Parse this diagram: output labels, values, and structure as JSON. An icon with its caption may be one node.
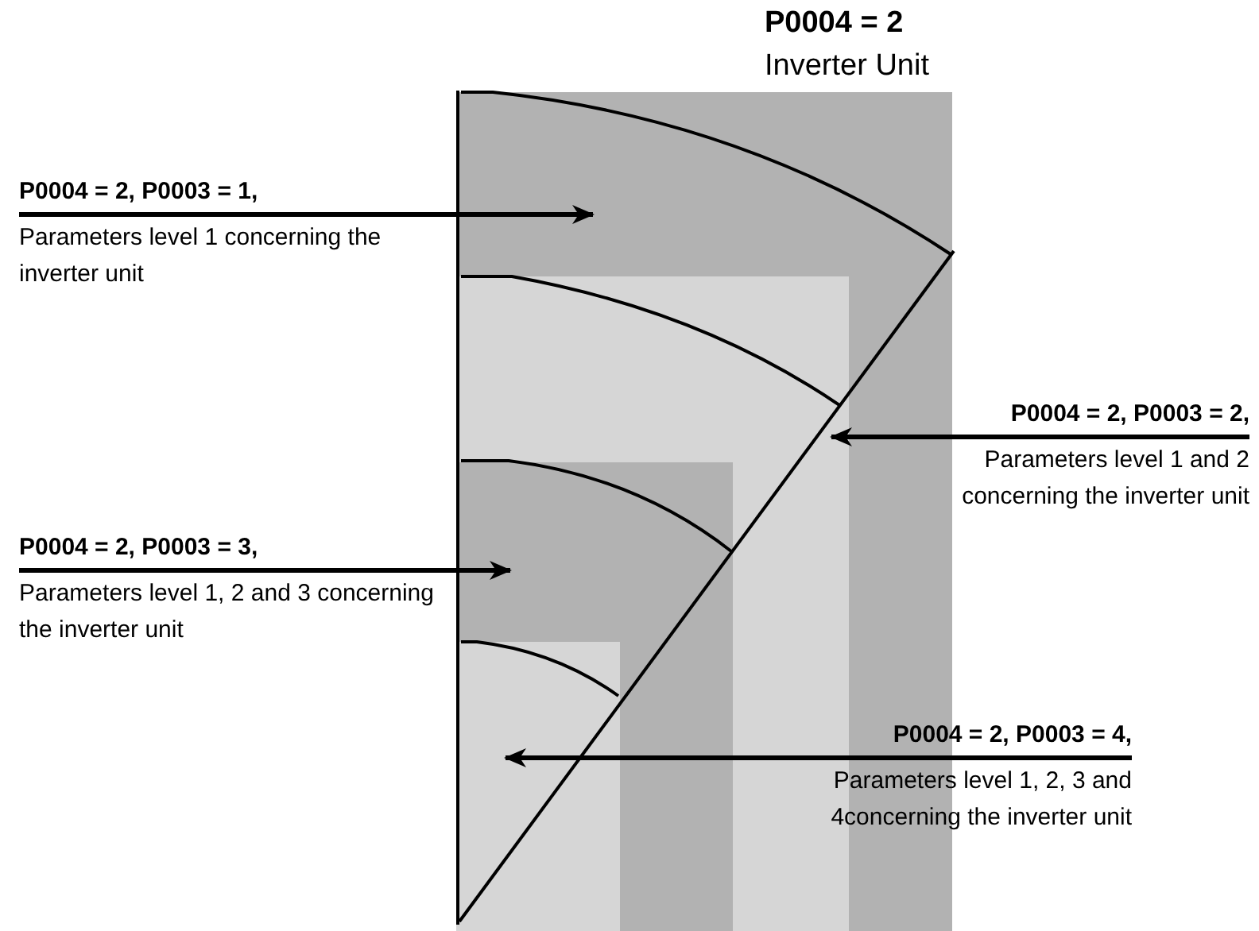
{
  "diagram": {
    "nodes": [
      {
        "text": [
          "P0004 = 2",
          "Inverter Unit"
        ]
      },
      {
        "text": [],
        "shape": "box",
        "in": 0
      },
      {
        "text": [],
        "shape": "box",
        "in": 1
      },
      {
        "text": [],
        "shape": "box",
        "in": 2
      },
      {
        "text": [
          "P0004 = 2, P0003 = 1,",
          "Parameters level 1 concerning the inverter unit"
        ]
      },
      {
        "text": [
          "P0004 = 2, P0003 = 2,",
          "Parameters level 1 and 2 concerning the inverter unit"
        ]
      },
      {
        "text": [
          "P0004 = 2, P0003 = 3,",
          "Parameters level 1, 2 and 3 concerning the inverter unit"
        ]
      },
      {
        "text": [
          "P0004 = 2, P0003 = 4,",
          "Parameters level 1, 2, 3 and 4concerning the inverter unit"
        ]
      }
    ],
    "edges": [
      {
        "from": 4,
        "to": 0,
        "arrow": "to"
      },
      {
        "from": 5,
        "to": 1,
        "arrow": "to"
      },
      {
        "from": 6,
        "to": 2,
        "arrow": "to"
      },
      {
        "from": 7,
        "to": 3,
        "arrow": "to"
      }
    ]
  }
}
